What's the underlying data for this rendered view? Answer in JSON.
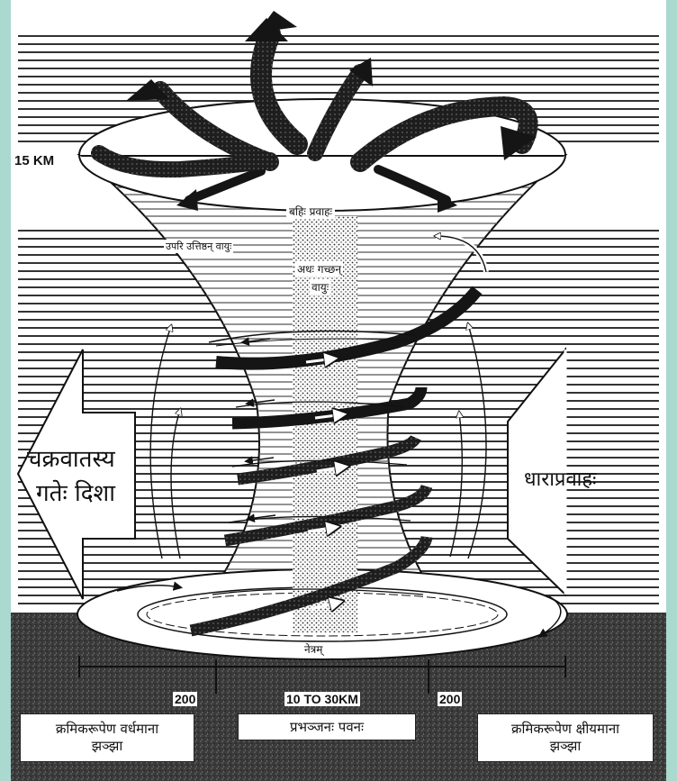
{
  "altitude_label": "15 KM",
  "labels": {
    "outflow": "बहिः प्रवाहः",
    "rising_air": "उपरि उत्तिष्ठन् वायुः",
    "descending_air_line1": "अधः गच्छन्",
    "descending_air_line2": "वायुः",
    "eye": "नेत्रम्",
    "direction_line1": "चक्रवातस्य",
    "direction_line2": "गतेः दिशा",
    "current": "धाराप्रवाहः"
  },
  "scale": {
    "left": "200",
    "center": "10 TO 30KM",
    "right": "200"
  },
  "bottom_boxes": {
    "increasing_line1": "क्रमिकरूपेण वर्धमाना",
    "increasing_line2": "झञ्झा",
    "hurricane_winds": "प्रभञ्जनः पवनः",
    "decreasing_line1": "क्रमिकरूपेण क्षीयमाना",
    "decreasing_line2": "झञ्झा"
  },
  "colors": {
    "frame": "#a9d9cf",
    "ink": "#111111",
    "ground": "#3a3a3a",
    "paper": "#ffffff"
  }
}
